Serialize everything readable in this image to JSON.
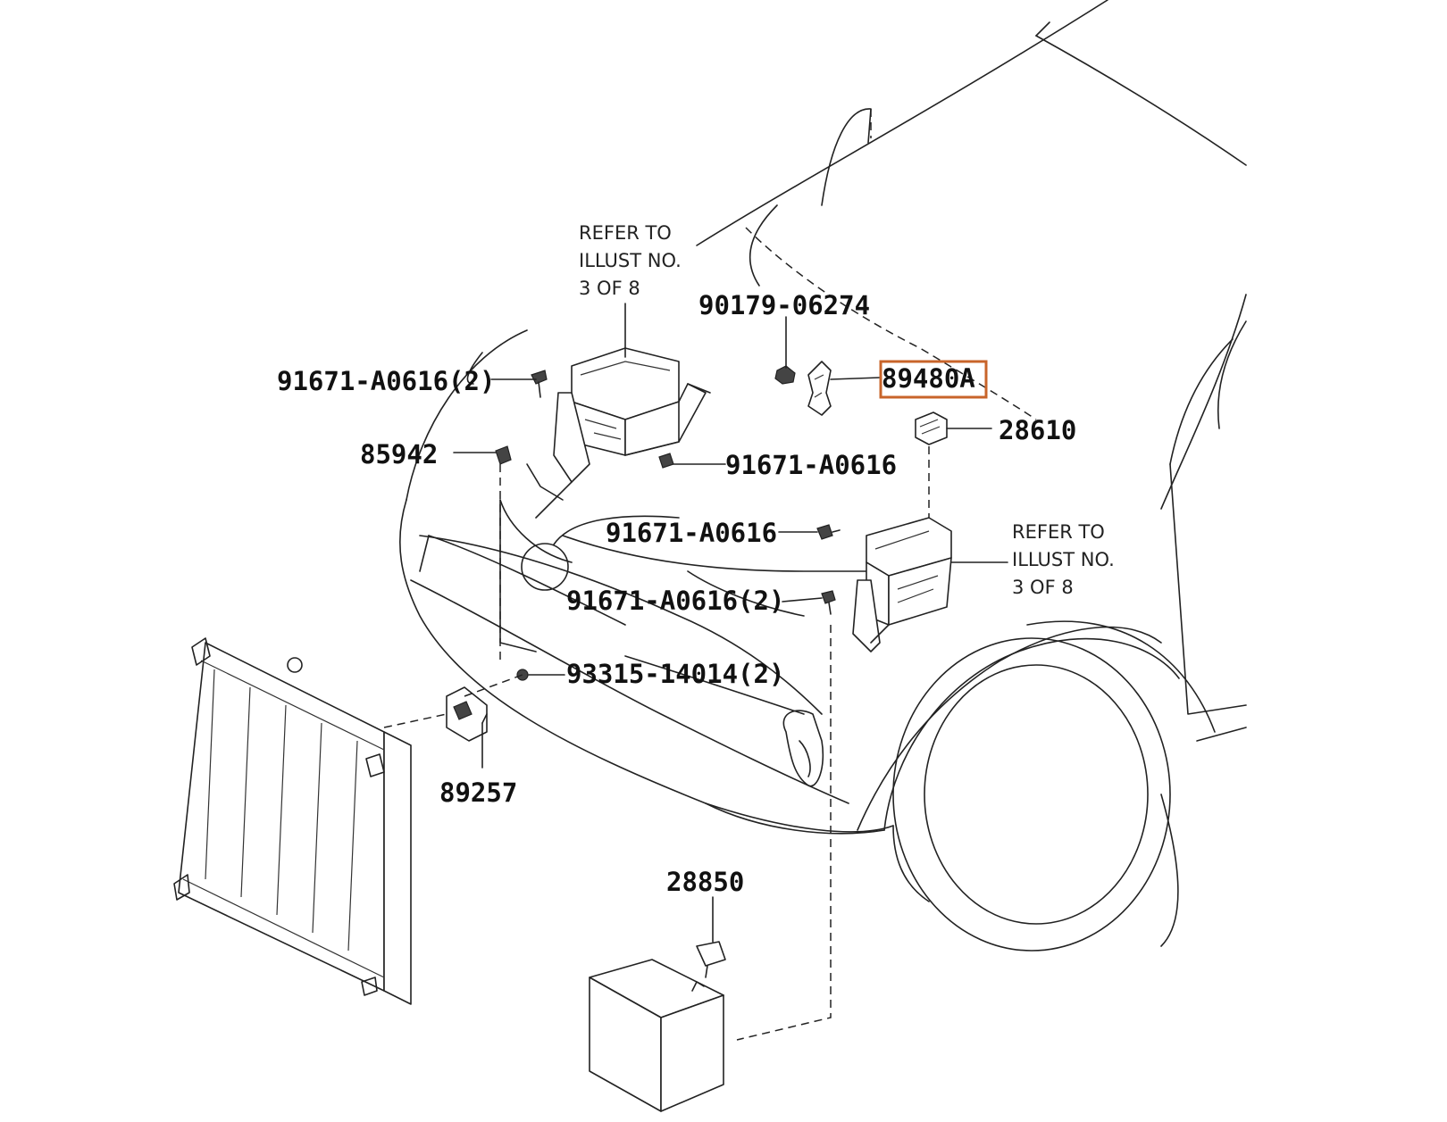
{
  "highlight_color": "#c8642a",
  "callouts": [
    {
      "id": "lbl-90179",
      "text": "90179-06274"
    },
    {
      "id": "lbl-89480a",
      "text": "89480A"
    },
    {
      "id": "lbl-28610",
      "text": "28610"
    },
    {
      "id": "lbl-91671-top",
      "text": "91671-A0616(2)"
    },
    {
      "id": "lbl-85942",
      "text": "85942"
    },
    {
      "id": "lbl-91671-mid",
      "text": "91671-A0616"
    },
    {
      "id": "lbl-91671-center",
      "text": "91671-A0616"
    },
    {
      "id": "lbl-91671-lower",
      "text": "91671-A0616(2)"
    },
    {
      "id": "lbl-93315",
      "text": "93315-14014(2)"
    },
    {
      "id": "lbl-89257",
      "text": "89257"
    },
    {
      "id": "lbl-28850",
      "text": "28850"
    }
  ],
  "notes": {
    "left": [
      "REFER TO",
      "ILLUST NO.",
      "3 OF 8"
    ],
    "right": [
      "REFER TO",
      "ILLUST NO.",
      "3 OF 8"
    ]
  }
}
